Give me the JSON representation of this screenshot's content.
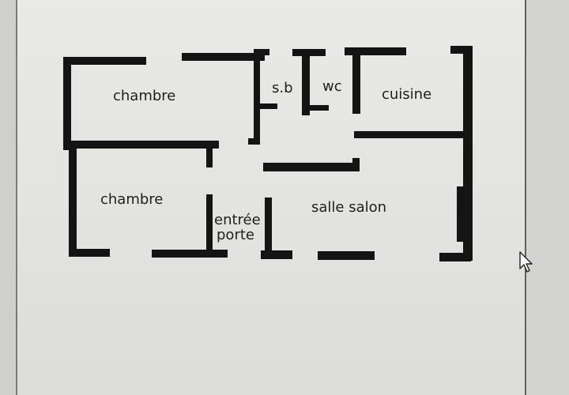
{
  "rooms": {
    "bedroom_top": "chambre",
    "bedroom_bottom": "chambre",
    "bathroom": "s.b",
    "toilet": "wc",
    "kitchen": "cuisine",
    "entrance_line1": "entrée",
    "entrance_line2": "porte",
    "living_room": "salle salon"
  },
  "colors": {
    "wall": "#141414",
    "screen": "#e6e6e4"
  },
  "icons": {
    "cursor": "mouse-pointer-icon"
  }
}
